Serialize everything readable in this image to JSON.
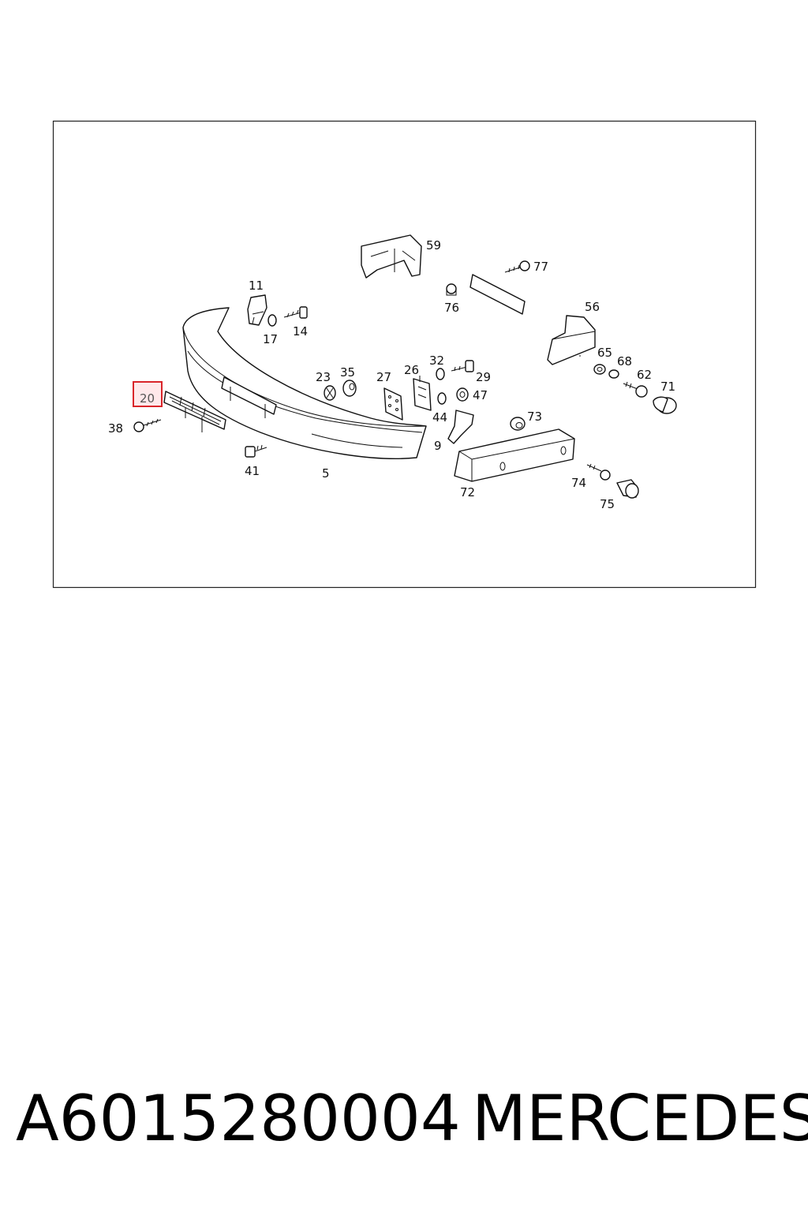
{
  "diagram": {
    "callouts": [
      "59",
      "77",
      "11",
      "76",
      "56",
      "14",
      "17",
      "65",
      "68",
      "62",
      "71",
      "23",
      "35",
      "27",
      "26",
      "32",
      "29",
      "47",
      "20",
      "44",
      "73",
      "38",
      "9",
      "41",
      "5",
      "72",
      "74",
      "75"
    ],
    "highlighted_callout": "20",
    "highlight_color": "#d9252a"
  },
  "footer": {
    "part_number": "A6015280004",
    "brand": "MERCEDES"
  }
}
